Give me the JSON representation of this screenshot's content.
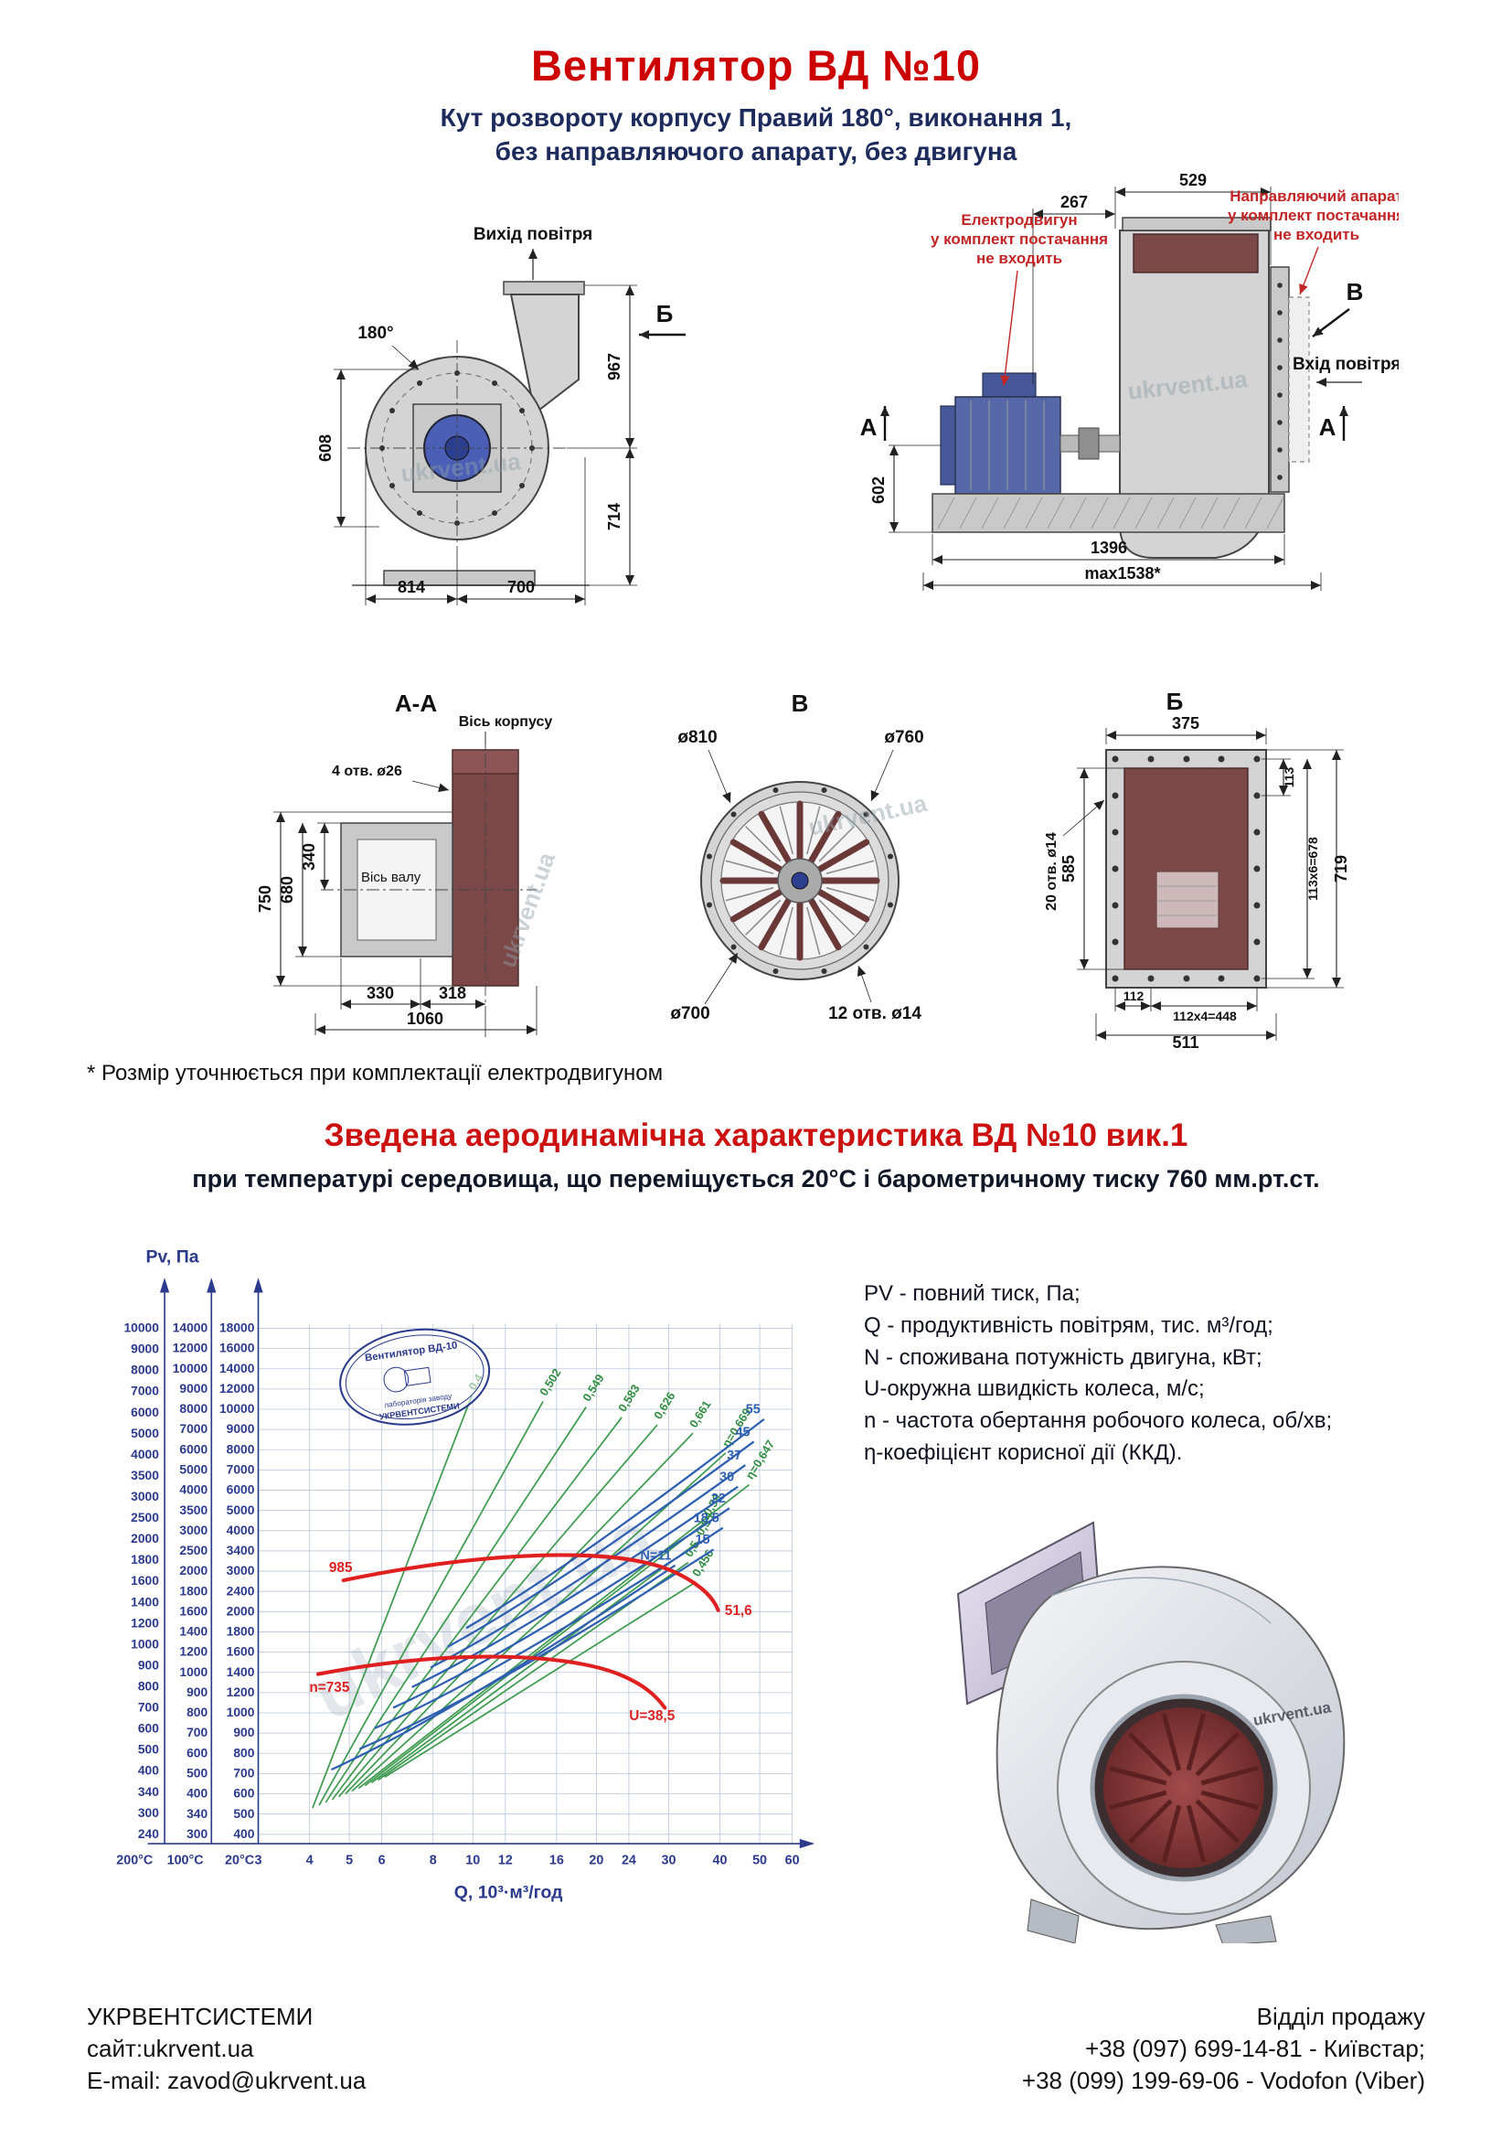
{
  "header": {
    "title": "Вентилятор ВД №10",
    "subtitle1": "Кут розвороту корпусу Правий 180°, виконання 1,",
    "subtitle2": "без направляючого апарату, без двигуна"
  },
  "watermark": "ukrvent.ua",
  "side_view": {
    "angle": "180°",
    "air_out": "Вихід повітря",
    "marker_b": "Б",
    "dim_967": "967",
    "dim_714": "714",
    "dim_608": "608",
    "dim_814": "814",
    "dim_700": "700"
  },
  "motor_view": {
    "dim_529": "529",
    "dim_267": "267",
    "dim_602": "602",
    "dim_1396": "1396",
    "dim_max": "max1538*",
    "note_motor_1": "Електродвигун",
    "note_motor_2": "у комплект постачання",
    "note_motor_3": "не входить",
    "note_guide_1": "Направляючий апарат",
    "note_guide_2": "у комплект постачання",
    "note_guide_3": "не входить",
    "marker_v": "В",
    "air_in": "Вхід повітря",
    "marker_a": "А"
  },
  "section_aa": {
    "title": "А-А",
    "axis_body": "Вісь корпусу",
    "holes": "4 отв. ø26",
    "axis_shaft": "Вісь валу",
    "dim_340": "340",
    "dim_680": "680",
    "dim_750": "750",
    "dim_330": "330",
    "dim_318": "318",
    "dim_1060": "1060"
  },
  "section_v": {
    "title": "В",
    "d810": "ø810",
    "d760": "ø760",
    "d700": "ø700",
    "holes": "12 отв. ø14"
  },
  "section_b": {
    "title": "Б",
    "dim_375": "375",
    "holes": "20 отв. ø14",
    "dim_585": "585",
    "dim_113": "113",
    "dim_113x6": "113х6=678",
    "dim_719": "719",
    "dim_112": "112",
    "dim_112x4": "112х4=448",
    "dim_511": "511"
  },
  "footnote": "* Розмір уточнюється при комплектації електродвигуном",
  "aero": {
    "title": "Зведена аеродинамічна характеристика ВД №10 вик.1",
    "subtitle": "при температурі середовища, що переміщується 20°С і барометричному тиску 760 мм.рт.ст."
  },
  "legend": {
    "line1": "PV - повний тиск, Па;",
    "line2": "Q - продуктивність повітрям, тис. м³/год;",
    "line3": "N - споживана потужність двигуна, кВт;",
    "line4": "U-окружна швидкість колеса, м/с;",
    "line5": "n - частота обертання робочого колеса, об/хв;",
    "line6": "η-коефіцієнт корисної дії (ККД)."
  },
  "chart_data": {
    "type": "line",
    "title": "Зведена аеродинамічна характеристика ВД №10 вик.1",
    "ylabel": "Pv, Па",
    "xlabel": "Q, 10³·м³/год",
    "x_scale": "log",
    "x_ticks": [
      3,
      4,
      5,
      6,
      8,
      10,
      12,
      16,
      20,
      24,
      30,
      40,
      50,
      60
    ],
    "temp_axis_labels": [
      "200°C",
      "100°C",
      "20°C"
    ],
    "y_scales": {
      "t200": [
        10000,
        9000,
        8000,
        7000,
        6000,
        5000,
        4000,
        3500,
        3000,
        2500,
        2000,
        1800,
        1600,
        1400,
        1200,
        1000,
        900,
        800,
        700,
        600,
        500,
        400,
        340,
        300,
        240
      ],
      "t100": [
        14000,
        12000,
        10000,
        9000,
        8000,
        7000,
        6000,
        5000,
        4000,
        3500,
        3000,
        2500,
        2000,
        1800,
        1600,
        1400,
        1200,
        1000,
        900,
        800,
        700,
        600,
        500,
        400,
        340,
        300
      ],
      "t20": [
        18000,
        16000,
        14000,
        12000,
        10000,
        9000,
        8000,
        7000,
        6000,
        5000,
        4000,
        3400,
        3000,
        2400,
        2000,
        1800,
        1600,
        1400,
        1200,
        1000,
        900,
        800,
        700,
        600,
        500,
        400
      ]
    },
    "power_curve_labels": [
      "55",
      "45",
      "37",
      "30",
      "22",
      "18,5",
      "15",
      "N=11"
    ],
    "efficiency_labels": [
      "0,4",
      "0,502",
      "0,549",
      "0,583",
      "0,626",
      "0,661",
      "η=0,669",
      "η=0,647",
      "0,59",
      "0,55",
      "0,5",
      "0,456"
    ],
    "speed_curve_labels": [
      "985",
      "n=735"
    ],
    "speed_right_labels": [
      "51,6",
      "U=38,5"
    ],
    "logo": {
      "line1": "Вентилятор ВД-10",
      "line2": "лабораторія заводу",
      "line3": "УКРВЕНТСИСТЕМИ"
    }
  },
  "footer": {
    "company": "УКРВЕНТСИСТЕМИ",
    "site": "сайт:ukrvent.ua",
    "email": "E-mail: zavod@ukrvent.ua",
    "sales": "Відділ продажу",
    "phone1": "+38 (097) 699-14-81 - Київстар;",
    "phone2": "+38 (099) 199-69-06 - Vodofon (Viber)"
  }
}
